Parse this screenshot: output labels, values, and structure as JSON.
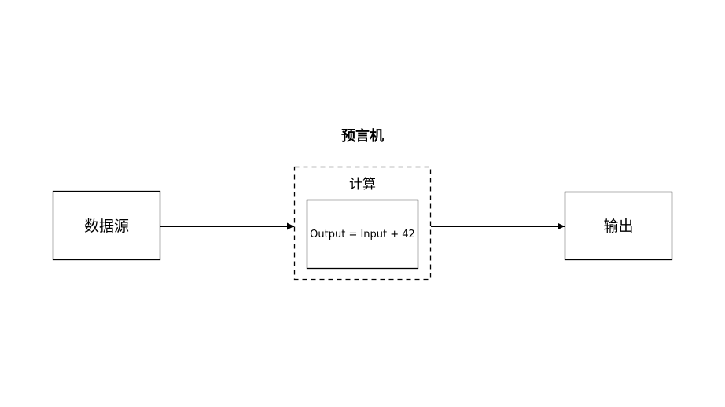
{
  "diagram": {
    "title": "预言机",
    "source_node": {
      "label": "数据源"
    },
    "group": {
      "label": "计算",
      "inner_node": {
        "label": "Output = Input + 42"
      }
    },
    "output_node": {
      "label": "输出"
    },
    "colors": {
      "background": "#ffffff",
      "stroke": "#000000",
      "text": "#000000"
    }
  }
}
